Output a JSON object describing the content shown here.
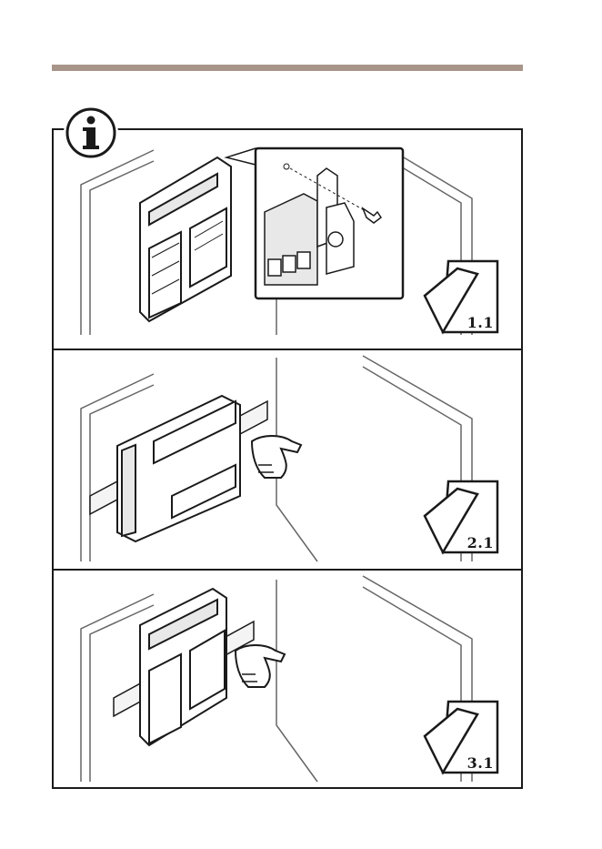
{
  "steps": [
    {
      "label": "1.1"
    },
    {
      "label": "2.1"
    },
    {
      "label": "3.1"
    }
  ],
  "icons": {
    "info": "info-icon",
    "tag": "folded-page-icon"
  },
  "colors": {
    "rule": "#a8958a",
    "line": "#1a1a1a"
  }
}
